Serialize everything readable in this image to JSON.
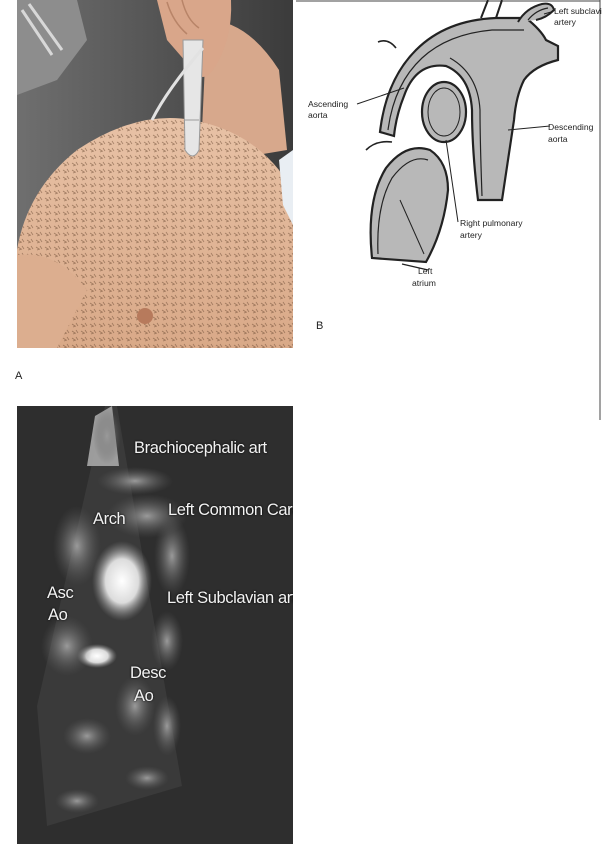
{
  "panel_a": {
    "label": "A"
  },
  "panel_b": {
    "label": "B",
    "labels": {
      "left_subclavian_line1": "Left subclavian",
      "left_subclavian_line2": "artery",
      "ascending_line1": "Ascending",
      "ascending_line2": "aorta",
      "descending_line1": "Descending",
      "descending_line2": "aorta",
      "right_pulmonary_line1": "Right pulmonary",
      "right_pulmonary_line2": "artery",
      "left_atrium_line1": "Left",
      "left_atrium_line2": "atrium"
    }
  },
  "panel_c": {
    "labels": {
      "brachiocephalic": "Brachiocephalic art",
      "arch": "Arch",
      "left_common_carotid": "Left Common Carotid",
      "asc_line1": "Asc",
      "asc_line2": "Ao",
      "left_subclavian": "Left Subclavian art",
      "desc_line1": "Desc",
      "desc_line2": "Ao"
    }
  },
  "colors": {
    "skin": "#e2b79a",
    "aorta_fill": "#b8b8b8",
    "echo_background": "#2e2e2e"
  }
}
